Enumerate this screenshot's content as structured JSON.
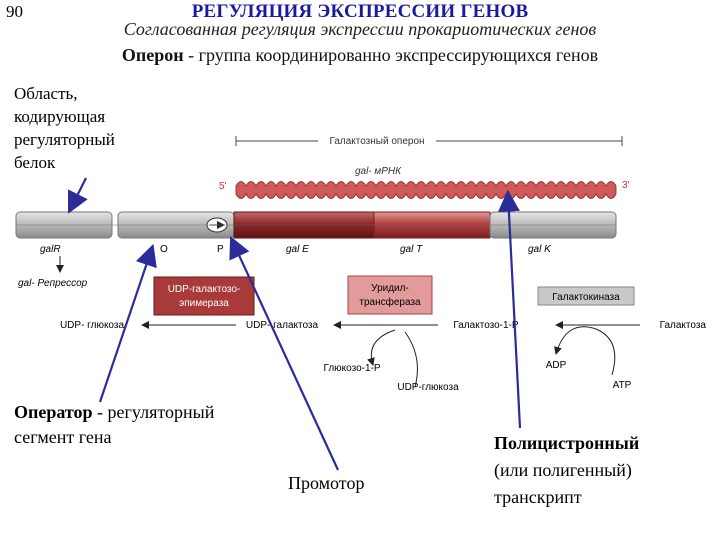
{
  "slide_number": "90",
  "title": "РЕГУЛЯЦИЯ ЭКСПРЕССИИ ГЕНОВ",
  "subtitle": "Согласованная регуляция экспрессии прокариотических генов",
  "operon_definition": {
    "term": "Оперон",
    "text": " - группа координированно экспрессирующихся генов"
  },
  "regulator_region_label": [
    "Область,",
    "кодирующая",
    "регуляторный",
    "белок"
  ],
  "operator_label": {
    "term": "Оператор",
    "line1_rest": " - регуляторный",
    "line2": "сегмент гена"
  },
  "promoter_label": "Промотор",
  "polycistronic_label": {
    "line1": "Полицистронный",
    "line2": "(или полигенный)",
    "line3": "транскрипт"
  },
  "diagram": {
    "operon_label": "Галактозный оперон",
    "mrna_label": "gal- мРНК",
    "five_prime": "5'",
    "three_prime": "3'",
    "genes": {
      "galR": "galR",
      "operator": "O",
      "promoter": "P",
      "galE": "gal E",
      "galT": "gal T",
      "galK": "gal K"
    },
    "repressor": "gal- Репрессор",
    "enzymes": {
      "epimerase": [
        "UDP-галактозо-",
        "эпимераза"
      ],
      "transferase": [
        "Уридил-",
        "трансфераза"
      ],
      "kinase": "Галактокиназа"
    },
    "metabolites": {
      "udp_glucose": "UDP- глюкоза",
      "udp_galactose": "UDP- галактоза",
      "galactose_1p": "Галактозо-1-P",
      "galactose": "Галактоза",
      "glucose_1p": "Глюкозо-1-P",
      "udp_glucose_2": "UDP-глюкоза",
      "adp": "ADP",
      "atp": "ATP"
    }
  }
}
